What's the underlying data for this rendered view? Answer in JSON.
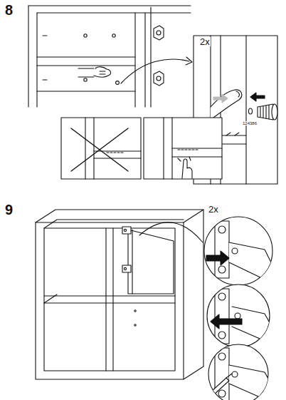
{
  "diagram": {
    "labels": [
      "8",
      "2x",
      "124386",
      "9",
      "2x"
    ]
  }
}
